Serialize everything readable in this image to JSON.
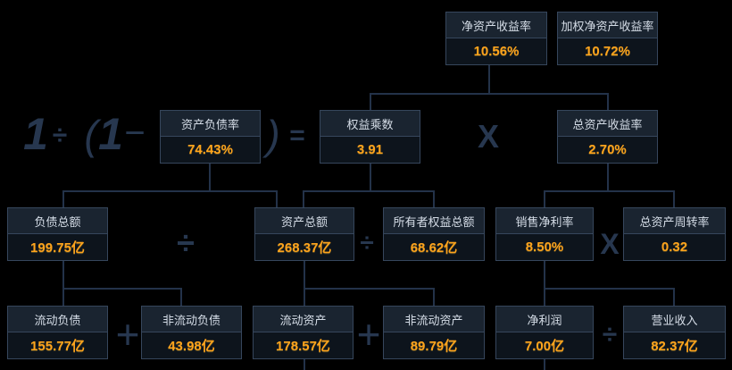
{
  "colors": {
    "background": "#000000",
    "box_border": "#36465c",
    "box_title_bg": "#1a2430",
    "box_value_bg": "#0d141c",
    "label_text": "#d5dde7",
    "value_text": "#ffa41c",
    "connector_line": "#233249",
    "operator": "#27374f"
  },
  "operators": {
    "one": "1",
    "divide": "÷",
    "open_paren": "(",
    "minus": "−",
    "close_paren": ")",
    "equals": "=",
    "multiply": "X",
    "plus": "+"
  },
  "nodes": {
    "roe": {
      "label": "净资产收益率",
      "value": "10.56%"
    },
    "weighted_roe": {
      "label": "加权净资产收益率",
      "value": "10.72%"
    },
    "debt_to_asset_ratio": {
      "label": "资产负债率",
      "value": "74.43%"
    },
    "equity_multiplier": {
      "label": "权益乘数",
      "value": "3.91"
    },
    "return_on_assets": {
      "label": "总资产收益率",
      "value": "2.70%"
    },
    "total_liabilities": {
      "label": "负债总额",
      "value": "199.75亿"
    },
    "total_assets": {
      "label": "资产总额",
      "value": "268.37亿"
    },
    "owners_equity": {
      "label": "所有者权益总额",
      "value": "68.62亿"
    },
    "net_profit_margin": {
      "label": "销售净利率",
      "value": "8.50%"
    },
    "asset_turnover": {
      "label": "总资产周转率",
      "value": "0.32"
    },
    "current_liabilities": {
      "label": "流动负债",
      "value": "155.77亿"
    },
    "non_current_liabilities": {
      "label": "非流动负债",
      "value": "43.98亿"
    },
    "current_assets": {
      "label": "流动资产",
      "value": "178.57亿"
    },
    "non_current_assets": {
      "label": "非流动资产",
      "value": "89.79亿"
    },
    "net_profit": {
      "label": "净利润",
      "value": "7.00亿"
    },
    "operating_revenue": {
      "label": "营业收入",
      "value": "82.37亿"
    }
  }
}
